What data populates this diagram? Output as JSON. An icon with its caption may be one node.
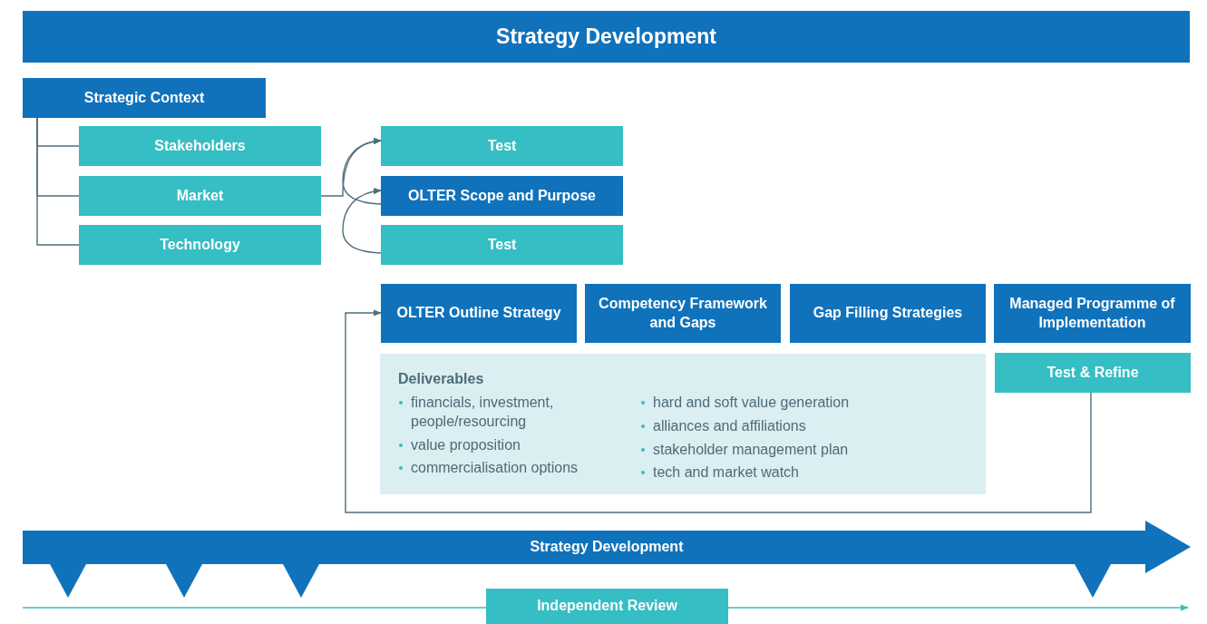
{
  "diagram": {
    "title": "Strategy Development",
    "nodes": [
      {
        "text": [
          "Strategic Context"
        ]
      },
      {
        "text": [
          "Stakeholders"
        ]
      },
      {
        "text": [
          "Market"
        ]
      },
      {
        "text": [
          "Technology"
        ]
      },
      {
        "text": [
          "Test"
        ]
      },
      {
        "text": [
          "OLTER Scope and Purpose"
        ]
      },
      {
        "text": [
          "Test"
        ]
      },
      {
        "text": [
          "OLTER Outline Strategy"
        ]
      },
      {
        "text": [
          "Competency Framework and Gaps"
        ]
      },
      {
        "text": [
          "Gap Filling Strategies"
        ]
      },
      {
        "text": [
          "Managed Programme of Implementation"
        ]
      },
      {
        "text": [
          "Deliverables",
          "financials, investment, people/resourcing",
          "value proposition",
          "commercialisation options",
          "hard and soft value generation",
          "alliances and affiliations",
          "stakeholder management plan",
          "tech and market watch"
        ]
      },
      {
        "text": [
          "Test & Refine"
        ]
      },
      {
        "text": [
          "Strategy Development"
        ]
      },
      {
        "text": [
          "Independent Review"
        ]
      }
    ],
    "edges": [
      {
        "from": 0,
        "to": 1,
        "arrow": "none"
      },
      {
        "from": 0,
        "to": 2,
        "arrow": "none"
      },
      {
        "from": 0,
        "to": 3,
        "arrow": "none"
      },
      {
        "from": 2,
        "to": 4,
        "arrow": "to"
      },
      {
        "from": 5,
        "to": 4,
        "arrow": "to"
      },
      {
        "from": 6,
        "to": 5,
        "arrow": "to"
      },
      {
        "from": 12,
        "to": 7,
        "arrow": "to"
      },
      {
        "from": null,
        "to": 14,
        "arrow": "none",
        "color": "#35bec4"
      },
      {
        "from": 14,
        "to": null,
        "arrow": "to",
        "color": "#35bec4"
      }
    ]
  }
}
